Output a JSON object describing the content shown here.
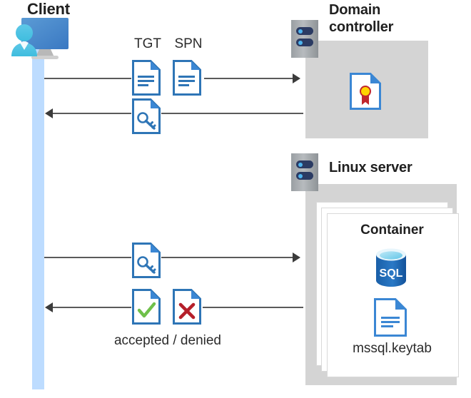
{
  "diagram": {
    "type": "sequence-architecture",
    "client": {
      "title": "Client",
      "icon": "client-workstation-user-icon"
    },
    "domain_controller": {
      "title_line1": "Domain",
      "title_line2": "controller",
      "server_icon": "server-rack-icon",
      "contents": [
        {
          "icon": "certificate-document-icon",
          "label": ""
        }
      ]
    },
    "linux_server": {
      "title": "Linux server",
      "server_icon": "server-rack-icon",
      "container": {
        "title": "Container",
        "items": [
          {
            "icon": "sql-database-icon",
            "label": "SQL"
          },
          {
            "icon": "keytab-document-icon",
            "label": "mssql.keytab"
          }
        ]
      }
    },
    "messages": [
      {
        "id": "msg-1",
        "direction": "right",
        "from": "client",
        "to": "domain-controller",
        "icons": [
          {
            "name": "tgt-document-icon",
            "label": "TGT"
          },
          {
            "name": "spn-document-icon",
            "label": "SPN"
          }
        ]
      },
      {
        "id": "msg-2",
        "direction": "left",
        "from": "domain-controller",
        "to": "client",
        "icons": [
          {
            "name": "key-document-icon",
            "label": ""
          }
        ]
      },
      {
        "id": "msg-3",
        "direction": "right",
        "from": "client",
        "to": "linux-server",
        "icons": [
          {
            "name": "key-document-icon",
            "label": ""
          }
        ]
      },
      {
        "id": "msg-4",
        "direction": "left",
        "from": "linux-server",
        "to": "client",
        "icons": [
          {
            "name": "accepted-check-document-icon",
            "label": ""
          },
          {
            "name": "denied-cross-document-icon",
            "label": ""
          }
        ],
        "caption": "accepted / denied"
      }
    ],
    "colors": {
      "panel_grey": "#d4d4d4",
      "lifeline_blue": "#bddcff",
      "doc_blue": "#2e75b6",
      "accent_blue": "#3b87d4",
      "line_grey": "#5a5a5a",
      "check_green": "#6fc04a",
      "cross_red": "#b51f2a",
      "sql_blue": "#1f62ad",
      "seal_yellow": "#ffd400",
      "seal_red": "#c1272d",
      "rack_grey": "#9a9fa3",
      "rack_navy": "#2b3b63",
      "rack_dot_blue": "#4db4ee"
    }
  }
}
